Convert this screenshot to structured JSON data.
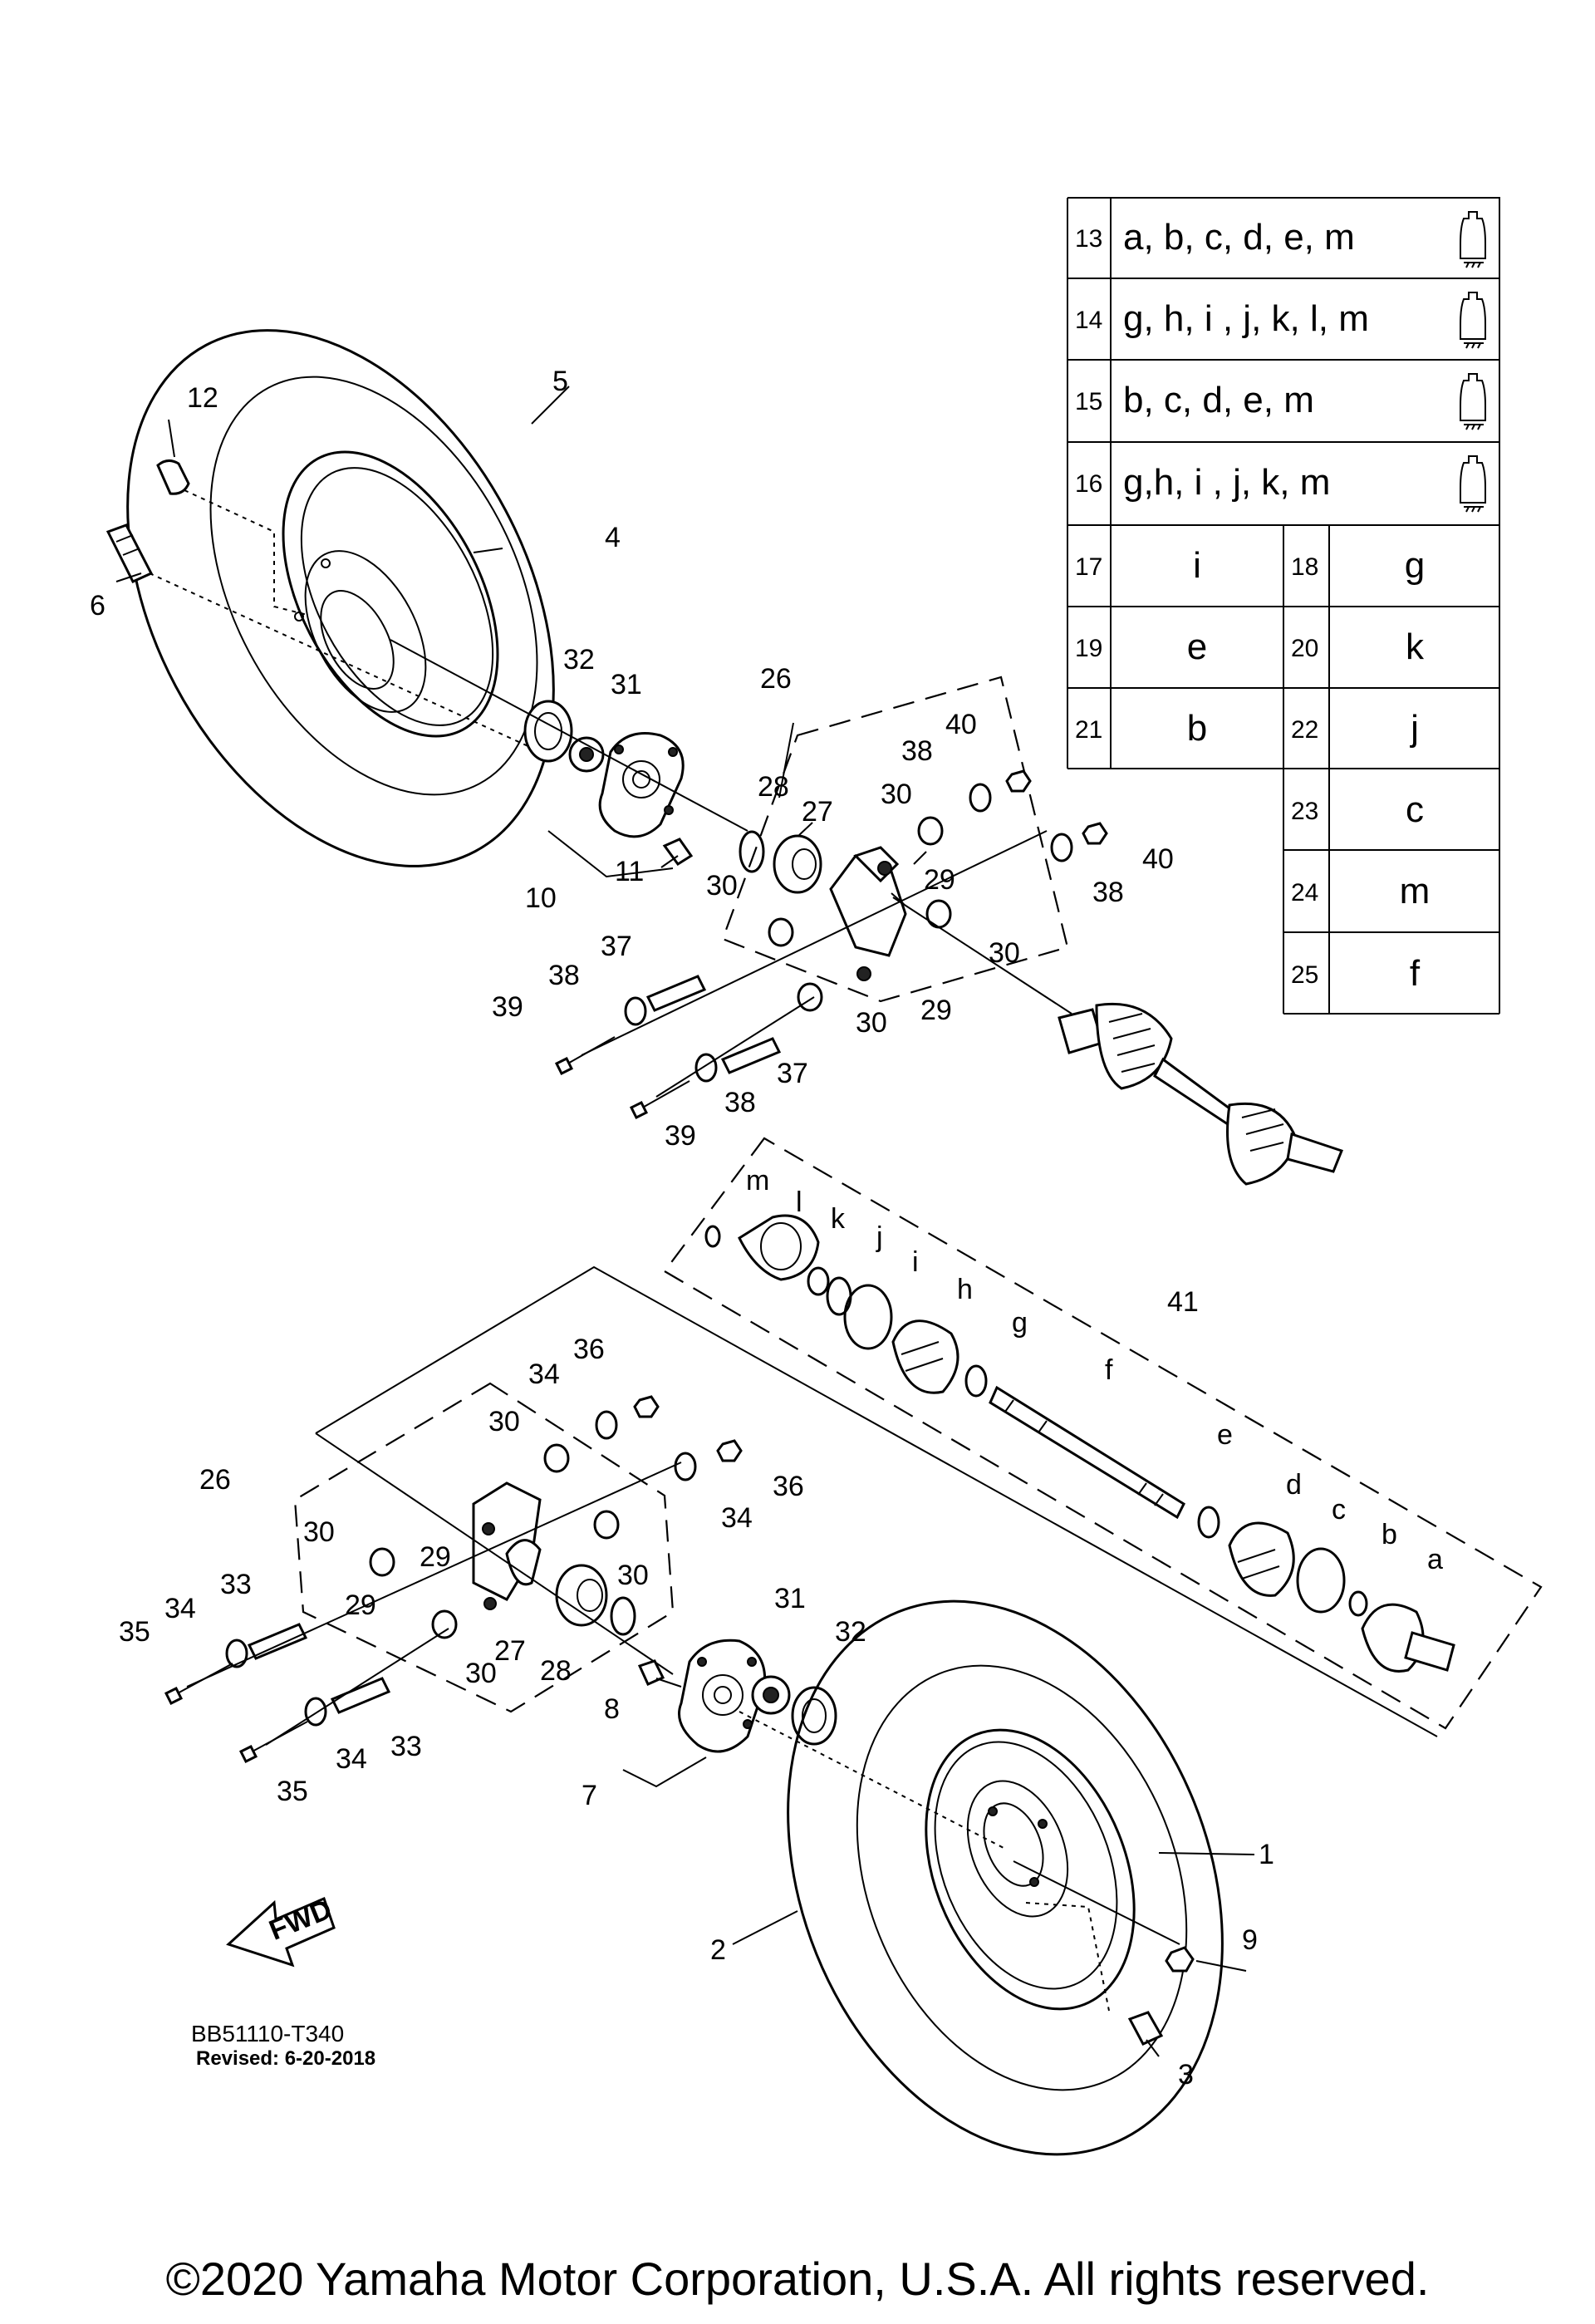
{
  "diagram": {
    "callouts": {
      "c1": "1",
      "c2": "2",
      "c3": "3",
      "c4": "4",
      "c5": "5",
      "c6": "6",
      "c7": "7",
      "c8": "8",
      "c9": "9",
      "c10": "10",
      "c11": "11",
      "c12": "12",
      "c26a": "26",
      "c26b": "26",
      "c27a": "27",
      "c27b": "27",
      "c28a": "28",
      "c28b": "28",
      "c29a": "29",
      "c29b": "29",
      "c29c": "29",
      "c29d": "29",
      "c30a": "30",
      "c30b": "30",
      "c30c": "30",
      "c30d": "30",
      "c30e": "30",
      "c30f": "30",
      "c30g": "30",
      "c30h": "30",
      "c31a": "31",
      "c31b": "31",
      "c32a": "32",
      "c32b": "32",
      "c33a": "33",
      "c33b": "33",
      "c34a": "34",
      "c34b": "34",
      "c34c": "34",
      "c34d": "34",
      "c35a": "35",
      "c35b": "35",
      "c36a": "36",
      "c36b": "36",
      "c37a": "37",
      "c37b": "37",
      "c38a": "38",
      "c38b": "38",
      "c38c": "38",
      "c38d": "38",
      "c39a": "39",
      "c39b": "39",
      "c40a": "40",
      "c40b": "40",
      "c41": "41",
      "la": "a",
      "lb": "b",
      "lc": "c",
      "ld": "d",
      "le": "e",
      "lf": "f",
      "lg": "g",
      "lh": "h",
      "li": "i",
      "lj": "j",
      "lk": "k",
      "ll": "l",
      "lm": "m"
    },
    "fwd_label": "FWD"
  },
  "kit_table": {
    "wide_rows": [
      {
        "num": "13",
        "parts": "a, b, c, d, e, m"
      },
      {
        "num": "14",
        "parts": "g, h, i , j, k, l, m"
      },
      {
        "num": "15",
        "parts": "b, c, d, e, m"
      },
      {
        "num": "16",
        "parts": "g,h, i , j, k, m"
      }
    ],
    "pair_rows": [
      {
        "left_num": "17",
        "left_val": "i",
        "right_num": "18",
        "right_val": "g"
      },
      {
        "left_num": "19",
        "left_val": "e",
        "right_num": "20",
        "right_val": "k"
      },
      {
        "left_num": "21",
        "left_val": "b",
        "right_num": "22",
        "right_val": "j"
      }
    ],
    "single_rows": [
      {
        "num": "23",
        "val": "c"
      },
      {
        "num": "24",
        "val": "m"
      },
      {
        "num": "25",
        "val": "f"
      }
    ]
  },
  "doc_code": "BB51110-T340",
  "revised": "Revised: 6-20-2018",
  "copyright": "©2020 Yamaha Motor Corporation, U.S.A. All rights reserved."
}
